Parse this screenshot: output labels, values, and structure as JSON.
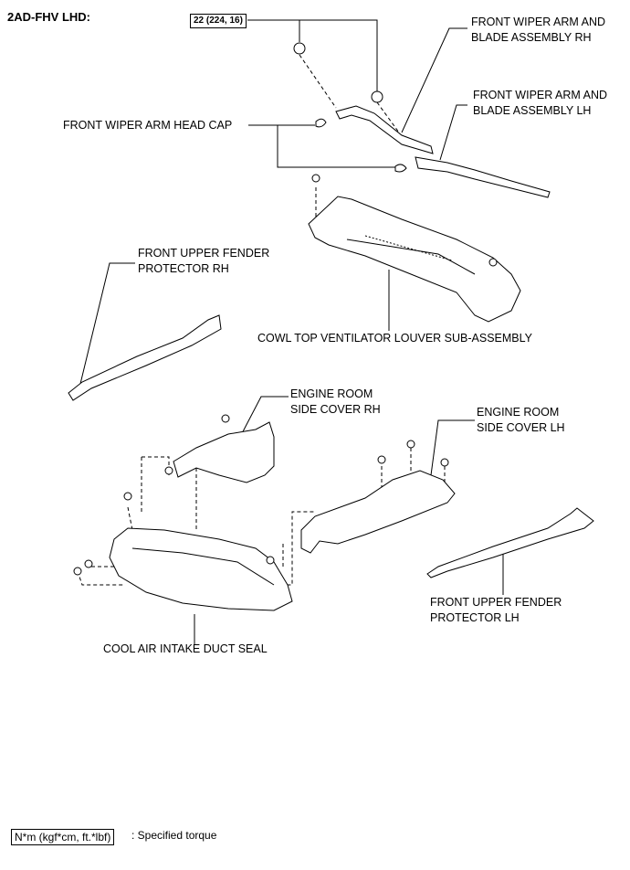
{
  "header": {
    "variant": "2AD-FHV LHD:"
  },
  "torque": {
    "value": "22 (224, 16)"
  },
  "parts": {
    "wiper_rh_line1": "FRONT WIPER ARM AND",
    "wiper_rh_line2": "BLADE ASSEMBLY RH",
    "wiper_lh_line1": "FRONT WIPER ARM AND",
    "wiper_lh_line2": "BLADE ASSEMBLY LH",
    "head_cap": "FRONT WIPER ARM HEAD CAP",
    "fender_rh_line1": "FRONT UPPER FENDER",
    "fender_rh_line2": "PROTECTOR RH",
    "cowl": "COWL TOP VENTILATOR LOUVER SUB-ASSEMBLY",
    "side_rh_line1": "ENGINE ROOM",
    "side_rh_line2": "SIDE COVER RH",
    "side_lh_line1": "ENGINE ROOM",
    "side_lh_line2": "SIDE COVER LH",
    "fender_lh_line1": "FRONT UPPER FENDER",
    "fender_lh_line2": "PROTECTOR LH",
    "duct_seal": "COOL AIR INTAKE DUCT SEAL"
  },
  "legend": {
    "unit": "N*m (kgf*cm, ft.*lbf)",
    "text": ": Specified torque"
  }
}
